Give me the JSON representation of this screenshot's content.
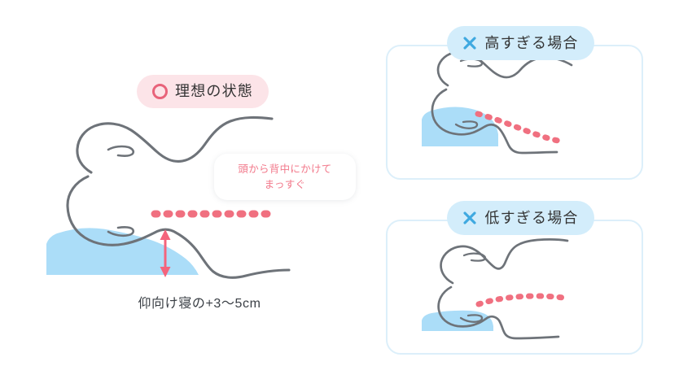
{
  "figure": {
    "title_badges": [
      {
        "id": "ideal",
        "label": "理想の状態",
        "icon": "circle-icon",
        "badge_bg": "#FCE4E8",
        "icon_color": "#E8637A"
      },
      {
        "id": "too-high",
        "label": "高すぎる場合",
        "icon": "x-icon",
        "badge_bg": "#D3EDFB",
        "icon_color": "#3FA9E0"
      },
      {
        "id": "too-low",
        "label": "低すぎる場合",
        "icon": "x-icon",
        "badge_bg": "#D3EDFB",
        "icon_color": "#3FA9E0"
      }
    ],
    "callout": {
      "line1": "頭から背中にかけて",
      "line2": "まっすぐ",
      "text_color": "#F2798B"
    },
    "caption": "仰向け寝の+3〜5cm",
    "colors": {
      "pillow_blue": "#ABDDF8",
      "body_outline": "#6E7379",
      "dotted_pink": "#F07080",
      "arrow_pink": "#F4647C",
      "card_border": "#DCEFFA",
      "badge_pink": "#FCE4E8",
      "badge_blue": "#D3EDFB",
      "x_blue": "#3FA9E0",
      "ring_pink": "#E8637A",
      "caption_text": "#3a3f45",
      "background": "#FFFFFF"
    },
    "measure_arrow": {
      "name": "pillow-height-arrow",
      "orientation": "vertical-double-headed",
      "color": "#F4647C"
    }
  }
}
